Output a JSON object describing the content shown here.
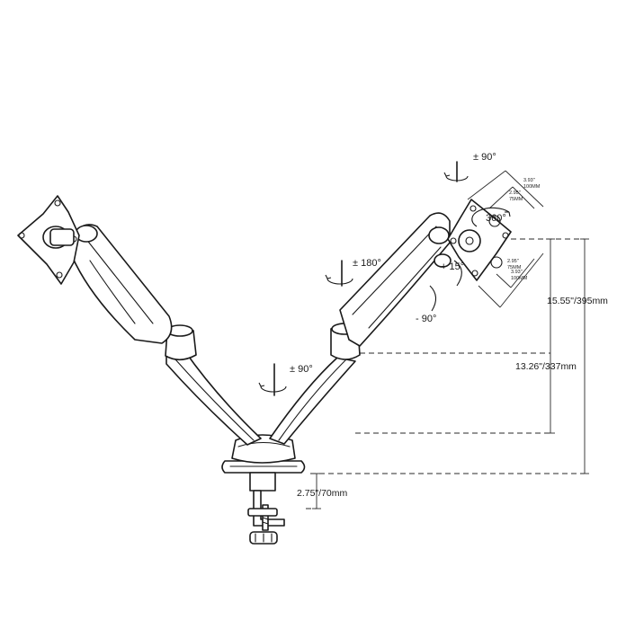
{
  "annotations": {
    "rot_top": "± 90°",
    "rot_180": "± 180°",
    "rot_base": "± 90°",
    "tilt_up": "+ 15°",
    "tilt_down": "- 90°",
    "swivel": "360°"
  },
  "dimensions": {
    "total_height": "15.55\"/395mm",
    "arm_height": "13.26\"/337mm",
    "clamp": "2.75\"/70mm"
  },
  "vesa": {
    "w_outer_in": "3.93\"",
    "w_outer_mm": "100MM",
    "w_inner_in": "2.95\"",
    "w_inner_mm": "75MM",
    "h_inner_in": "2.95\"",
    "h_inner_mm": "75MM",
    "h_outer_in": "3.93\"",
    "h_outer_mm": "100MM"
  }
}
